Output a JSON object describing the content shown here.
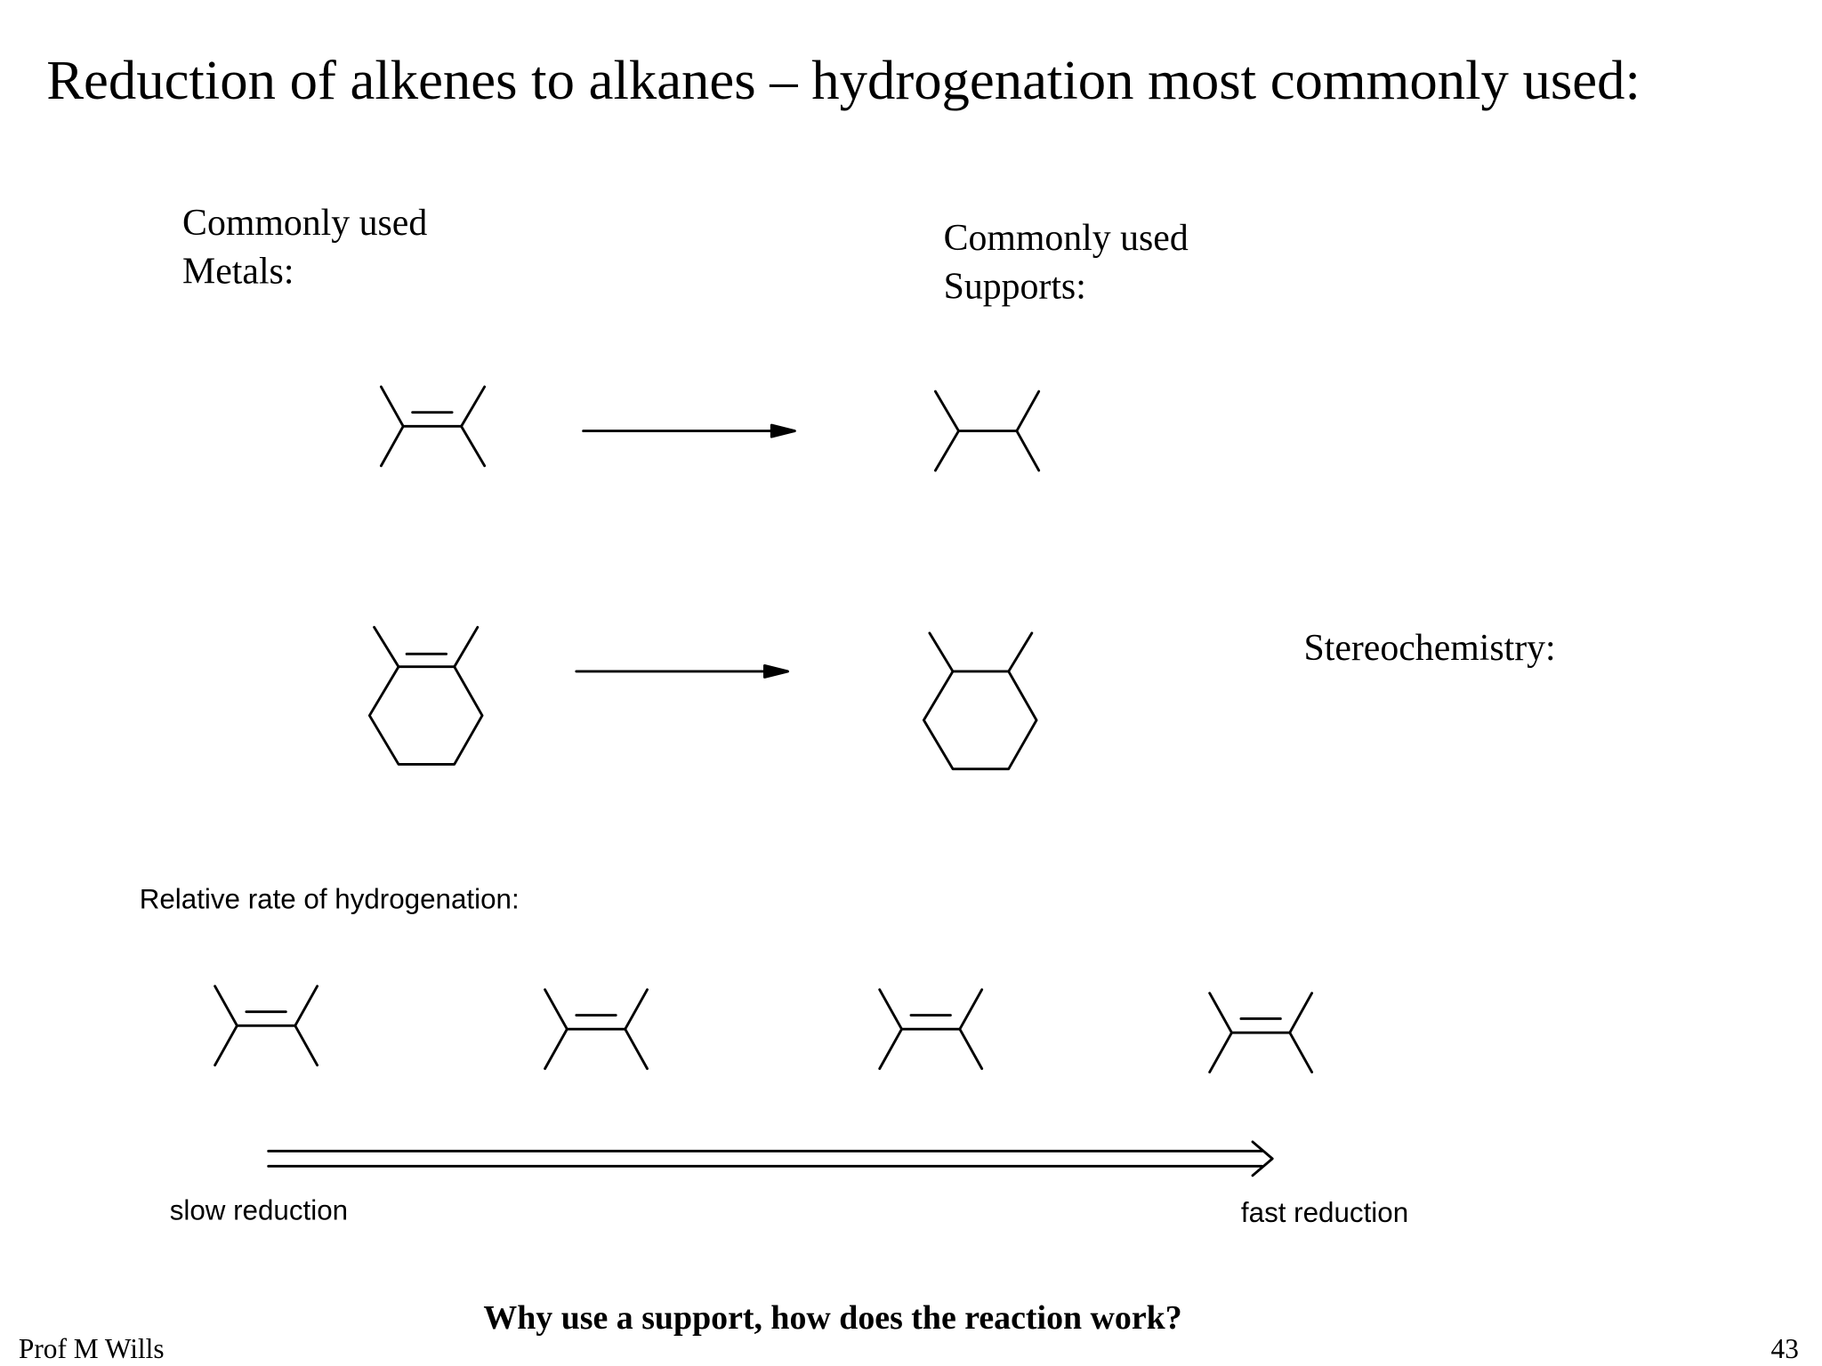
{
  "slide": {
    "title": "Reduction of alkenes to alkanes – hydrogenation most commonly used:",
    "metals_label_line1": "Commonly used",
    "metals_label_line2": "Metals:",
    "supports_label_line1": "Commonly used",
    "supports_label_line2": "Supports:",
    "stereochemistry_label": "Stereochemistry:",
    "relative_rate_label": "Relative rate of hydrogenation:",
    "slow_label": "slow reduction",
    "fast_label": "fast reduction",
    "question": "Why use a support, how does the reaction work?",
    "author": "Prof M Wills",
    "page_number": "43"
  }
}
